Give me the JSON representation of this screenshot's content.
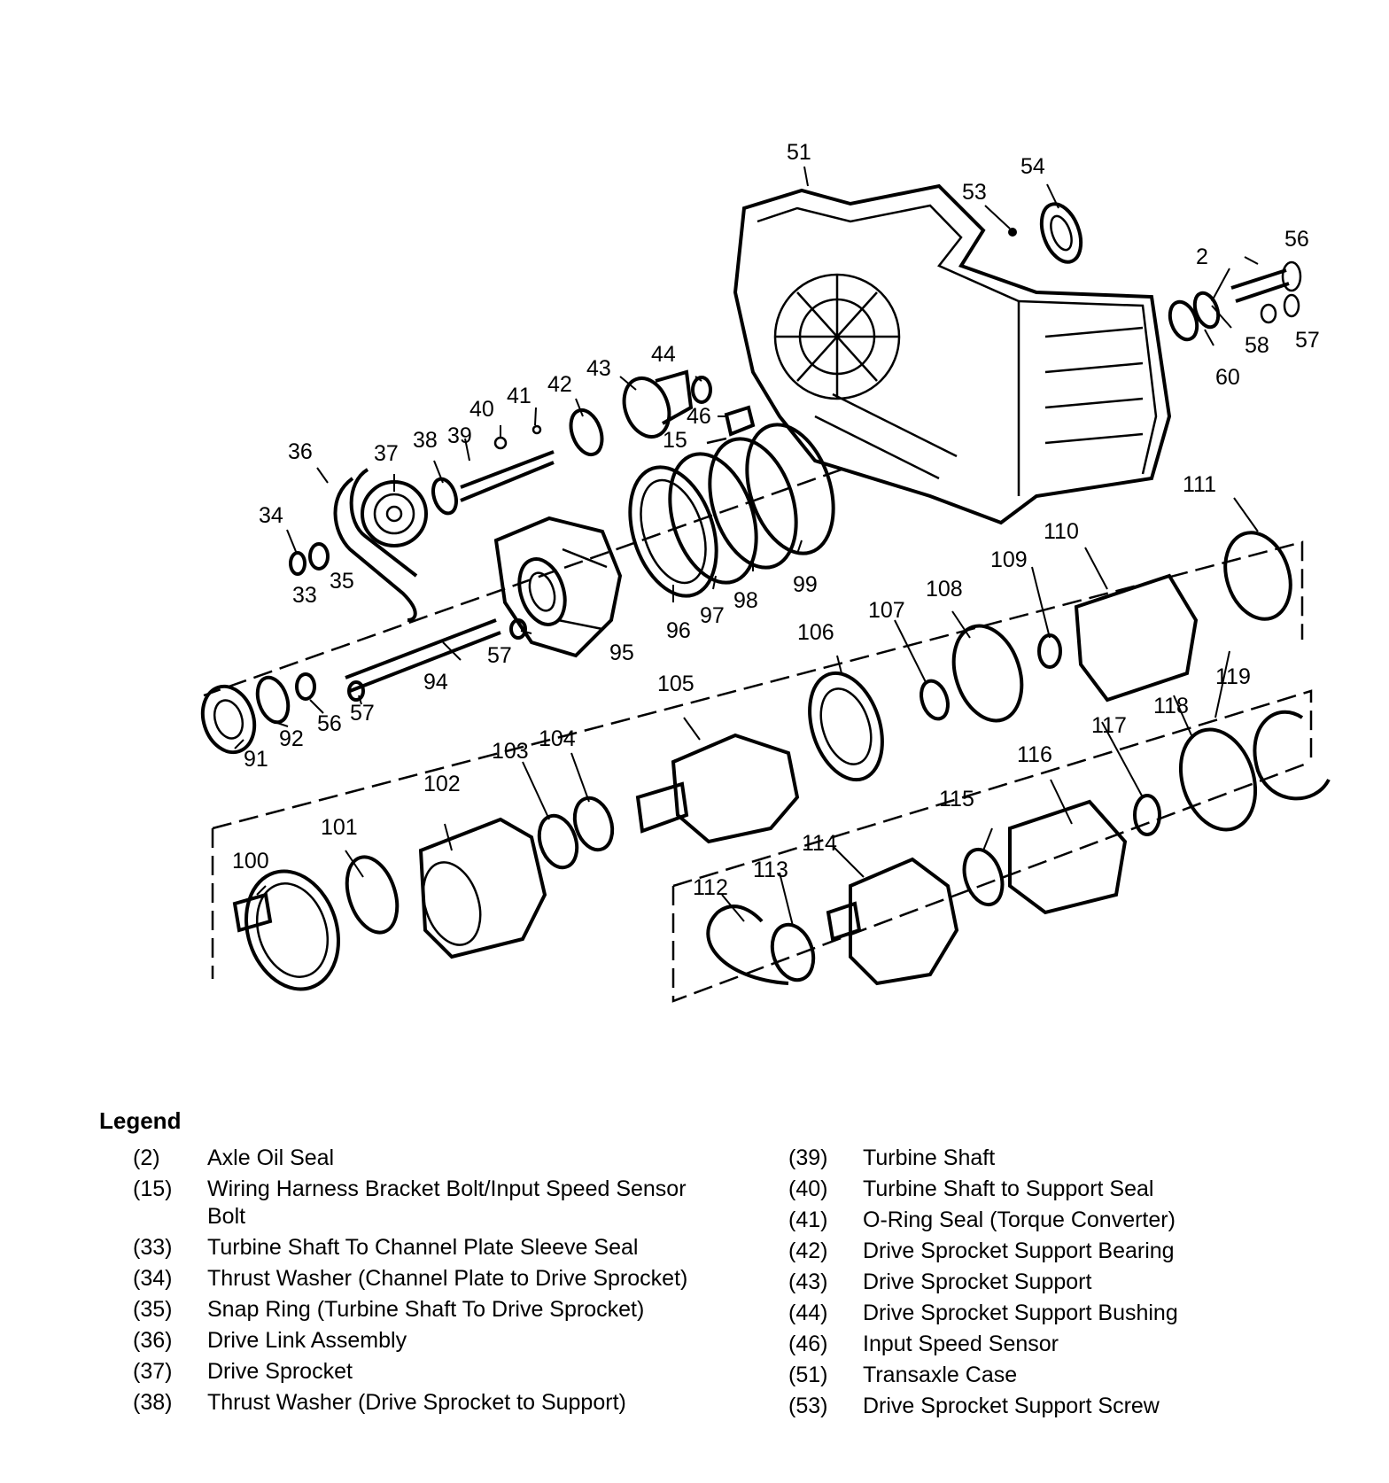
{
  "callouts": [
    "51",
    "54",
    "53",
    "56",
    "2",
    "58",
    "57",
    "60",
    "44",
    "43",
    "42",
    "41",
    "40",
    "39",
    "38",
    "37",
    "36",
    "34",
    "33",
    "35",
    "46",
    "15",
    "111",
    "110",
    "109",
    "108",
    "107",
    "106",
    "105",
    "104",
    "103",
    "102",
    "101",
    "100",
    "99",
    "98",
    "97",
    "96",
    "95",
    "94",
    "57",
    "91",
    "92",
    "56",
    "57",
    "119",
    "118",
    "117",
    "116",
    "115",
    "114",
    "113",
    "112"
  ],
  "legend": {
    "title": "Legend",
    "left": [
      {
        "num": "(2)",
        "text": "Axle Oil Seal"
      },
      {
        "num": "(15)",
        "text": "Wiring Harness Bracket Bolt/Input Speed Sensor Bolt"
      },
      {
        "num": "(33)",
        "text": "Turbine Shaft To Channel Plate Sleeve Seal"
      },
      {
        "num": "(34)",
        "text": "Thrust Washer (Channel Plate to Drive Sprocket)"
      },
      {
        "num": "(35)",
        "text": "Snap Ring (Turbine Shaft To Drive Sprocket)"
      },
      {
        "num": "(36)",
        "text": "Drive Link Assembly"
      },
      {
        "num": "(37)",
        "text": "Drive Sprocket"
      },
      {
        "num": "(38)",
        "text": "Thrust Washer (Drive Sprocket to Support)"
      }
    ],
    "right": [
      {
        "num": "(39)",
        "text": "Turbine Shaft"
      },
      {
        "num": "(40)",
        "text": "Turbine Shaft to Support Seal"
      },
      {
        "num": "(41)",
        "text": "O-Ring Seal (Torque Converter)"
      },
      {
        "num": "(42)",
        "text": "Drive Sprocket Support Bearing"
      },
      {
        "num": "(43)",
        "text": "Drive Sprocket Support"
      },
      {
        "num": "(44)",
        "text": "Drive Sprocket Support Bushing"
      },
      {
        "num": "(46)",
        "text": "Input Speed Sensor"
      },
      {
        "num": "(51)",
        "text": "Transaxle Case"
      },
      {
        "num": "(53)",
        "text": "Drive Sprocket Support Screw"
      }
    ]
  }
}
